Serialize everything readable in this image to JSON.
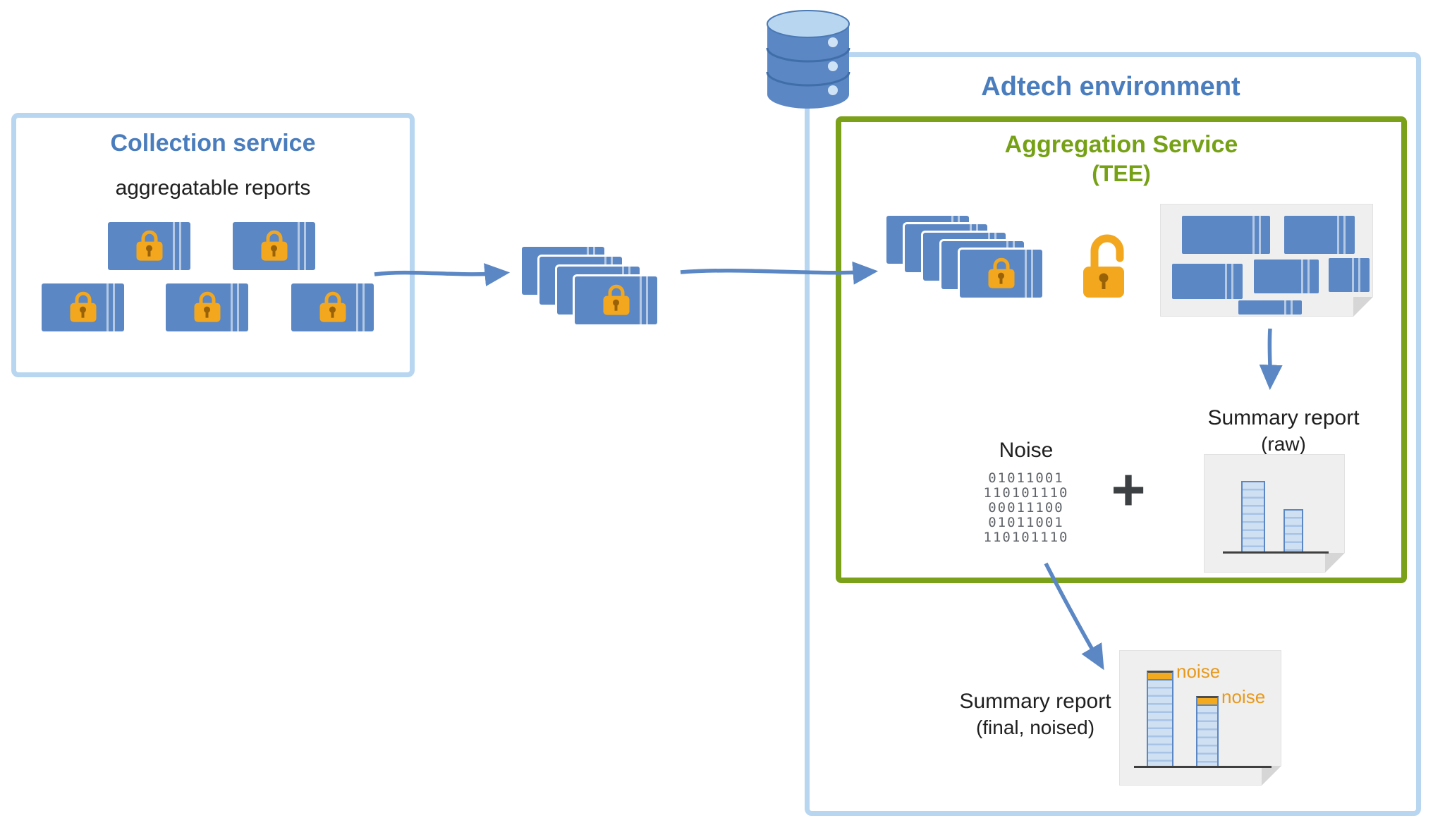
{
  "collection_service": {
    "title": "Collection service",
    "subtitle": "aggregatable reports"
  },
  "adtech_environment": {
    "title": "Adtech environment"
  },
  "aggregation_service": {
    "title": "Aggregation Service",
    "tee": "(TEE)"
  },
  "noise_block": {
    "label": "Noise",
    "binary_lines": [
      "01011001",
      "110101110",
      "00011100",
      "01011001",
      "110101110"
    ],
    "plus": "+"
  },
  "summary_report_raw": {
    "title": "Summary report",
    "qualifier": "(raw)"
  },
  "summary_report_final": {
    "title": "Summary report",
    "qualifier": "(final, noised)",
    "bar1_tag": "noise",
    "bar2_tag": "noise"
  },
  "icons": {
    "database": "database-cylinder",
    "closed_lock": "padlock-closed",
    "open_lock": "padlock-open",
    "arrow": "flow-arrow"
  },
  "colors": {
    "box_border_blue": "#b9d6f0",
    "title_blue": "#4a7dbd",
    "report_blue": "#5b87c4",
    "tee_green": "#7ba019",
    "lock_orange": "#f2a71e",
    "noise_orange": "#e8991c"
  }
}
